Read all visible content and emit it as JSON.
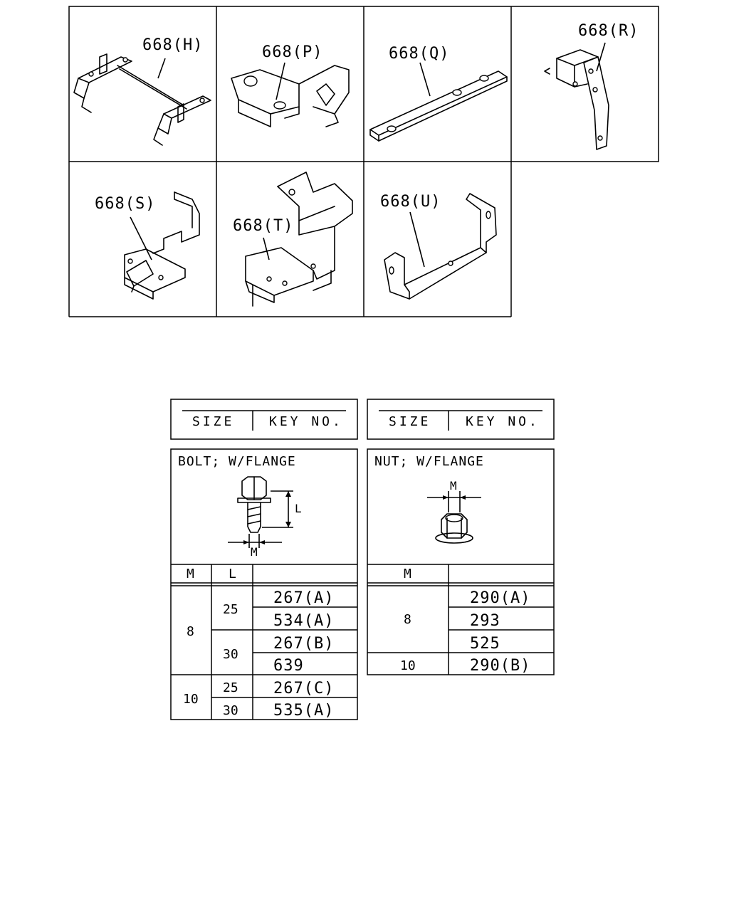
{
  "parts": [
    {
      "id": "H",
      "label": "668(H)"
    },
    {
      "id": "P",
      "label": "668(P)"
    },
    {
      "id": "Q",
      "label": "668(Q)"
    },
    {
      "id": "R",
      "label": "668(R)"
    },
    {
      "id": "S",
      "label": "668(S)"
    },
    {
      "id": "T",
      "label": "668(T)"
    },
    {
      "id": "U",
      "label": "668(U)"
    }
  ],
  "bolt_table": {
    "header": {
      "size": "SIZE",
      "key": "KEY NO."
    },
    "title": "BOLT; W/FLANGE",
    "dim_l": "L",
    "dim_m": "M",
    "col_m": "M",
    "col_l": "L",
    "rows": [
      {
        "m": "8",
        "l": "25",
        "keys": [
          "267(A)",
          "534(A)"
        ]
      },
      {
        "m": "8",
        "l": "30",
        "keys": [
          "267(B)",
          "639"
        ]
      },
      {
        "m": "10",
        "l": "25",
        "keys": [
          "267(C)"
        ]
      },
      {
        "m": "10",
        "l": "30",
        "keys": [
          "535(A)"
        ]
      }
    ],
    "m_groups": [
      "8",
      "10"
    ]
  },
  "nut_table": {
    "header": {
      "size": "SIZE",
      "key": "KEY NO."
    },
    "title": "NUT; W/FLANGE",
    "dim_m": "M",
    "col_m": "M",
    "rows": [
      {
        "m": "8",
        "keys": [
          "290(A)",
          "293",
          "525"
        ]
      },
      {
        "m": "10",
        "keys": [
          "290(B)"
        ]
      }
    ]
  }
}
